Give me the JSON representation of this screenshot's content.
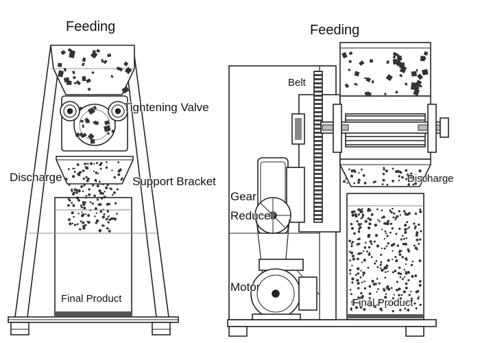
{
  "labels": {
    "left_feeding": "Feeding",
    "tightening_valve": "Tightening Valve",
    "left_discharge": "Discharge",
    "support_bracket": "Support Bracket",
    "left_final_product": "Final Product",
    "right_feeding": "Feeding",
    "belt": "Belt",
    "right_discharge": "Discharge",
    "gear": "Gear",
    "reducer": "Reducer",
    "motor": "Motor",
    "right_final_product": "Final Product"
  },
  "colors": {
    "line": "#222222",
    "particle": "#333333",
    "background": "#ffffff"
  }
}
